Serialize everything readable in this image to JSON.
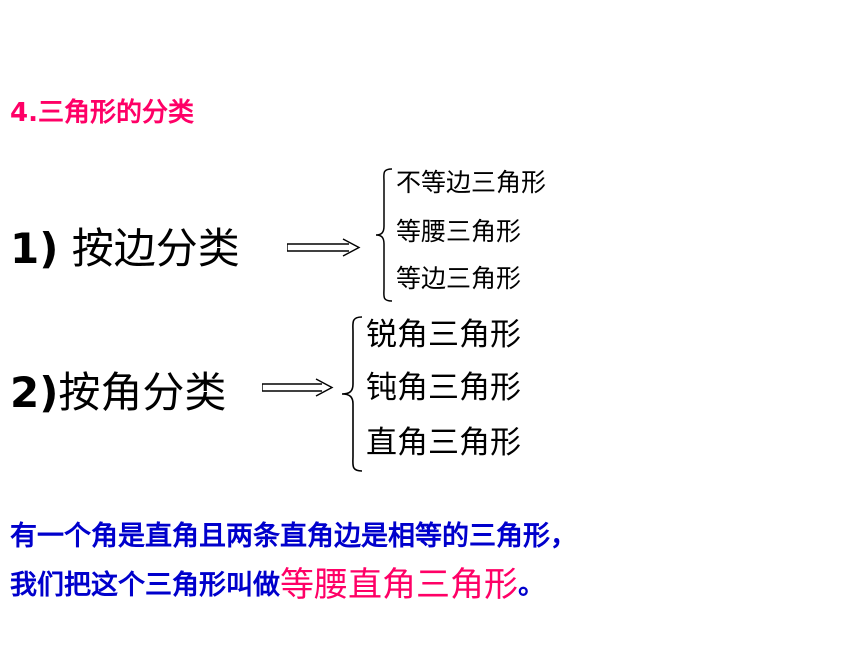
{
  "title": "4.三角形的分类",
  "by_side": {
    "heading_num": "1)",
    "heading_text": " 按边分类",
    "items": [
      "不等边三角形",
      "等腰三角形",
      "等边三角形"
    ]
  },
  "by_angle": {
    "heading_num": "2)",
    "heading_text": "按角分类",
    "items": [
      "锐角三角形",
      "钝角三角形",
      "直角三角形"
    ]
  },
  "definition": {
    "line1": "有一个角是直角且两条直角边是相等的三角形，",
    "line2_prefix": "我们把这个三角形叫做",
    "term": "等腰直角三角形",
    "line2_suffix": "。"
  },
  "colors": {
    "title": "#ff0066",
    "definition": "#0000cc",
    "term": "#ff0066"
  }
}
